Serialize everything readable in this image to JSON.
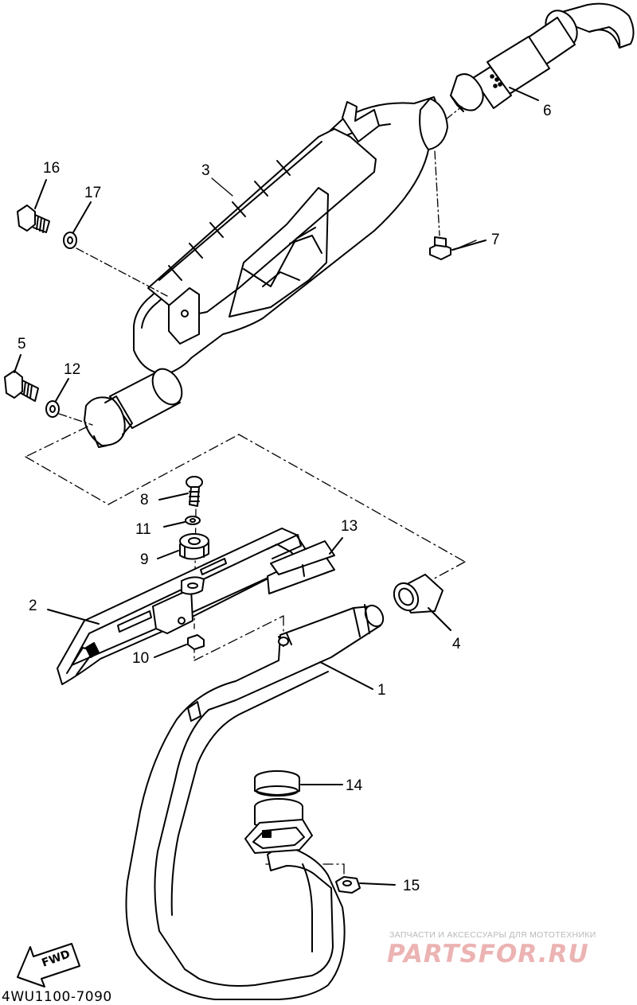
{
  "callouts": {
    "p1": "1",
    "p2": "2",
    "p3": "3",
    "p4": "4",
    "p5": "5",
    "p6": "6",
    "p7": "7",
    "p8": "8",
    "p9": "9",
    "p10": "10",
    "p11": "11",
    "p12": "12",
    "p13": "13",
    "p14": "14",
    "p15": "15",
    "p16": "16",
    "p17": "17"
  },
  "direction_arrow": {
    "label": "FWD",
    "icon": "fwd-arrow-icon"
  },
  "drawing_code": "4WU1100-7090",
  "watermark": {
    "tagline": "ЗАПЧАСТИ И АКСЕССУАРЫ ДЛЯ МОТОТЕХНИКИ",
    "brand": "PARTSFOR.RU",
    "color": "#e89a9a"
  },
  "colors": {
    "line": "#000000",
    "background": "#ffffff"
  }
}
